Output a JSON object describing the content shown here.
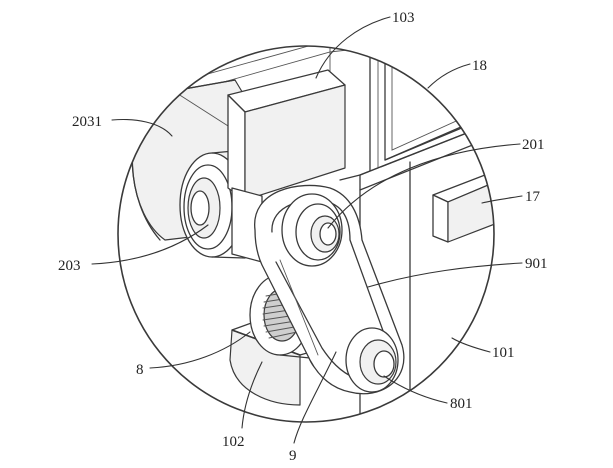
{
  "labels": {
    "l103": "103",
    "l18": "18",
    "l2031": "2031",
    "l201": "201",
    "l17": "17",
    "l203": "203",
    "l901": "901",
    "l101": "101",
    "l8": "8",
    "l801": "801",
    "l102": "102",
    "l9": "9"
  }
}
